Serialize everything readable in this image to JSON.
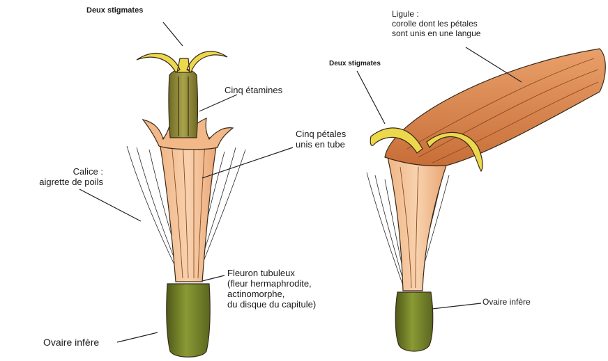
{
  "left_flower": {
    "title": "Fleuron tubuleux",
    "labels": {
      "stigmates": "Deux stigmates",
      "etamines": "Cinq étamines",
      "petales_l1": "Cinq pétales",
      "petales_l2": "unis en tube",
      "calice_l1": "Calice :",
      "calice_l2": "aigrette de poils",
      "fleuron_l1": "Fleuron tubuleux",
      "fleuron_l2": "(fleur hermaphrodite,",
      "fleuron_l3": "actinomorphe,",
      "fleuron_l4": "du disque du capitule)",
      "ovaire": "Ovaire infère"
    }
  },
  "right_flower": {
    "labels": {
      "ligule_l1": "Ligule :",
      "ligule_l2": "corolle dont les pétales",
      "ligule_l3": "sont unis en une langue",
      "stigmates": "Deux stigmates",
      "ovaire": "Ovaire infère"
    }
  },
  "colors": {
    "petal_light": "#f5c59a",
    "petal_mid": "#e8a06a",
    "ligule": "#dd8a55",
    "ligule_dark": "#b8622e",
    "stigma": "#e8d84a",
    "stamen": "#8e8a3a",
    "ovary": "#7d8a2e",
    "ovary_dark": "#4f5a18"
  }
}
